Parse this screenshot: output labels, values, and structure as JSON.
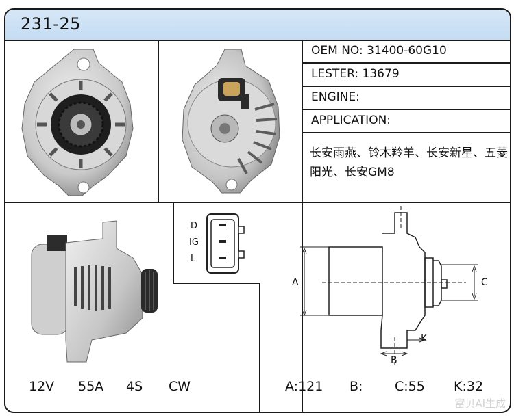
{
  "header": {
    "model": "231-25"
  },
  "specs": {
    "oem": "OEM NO: 31400-60G10",
    "lester": "LESTER: 13679",
    "engine": "ENGINE:",
    "application_label": "APPLICATION:",
    "application_value": "长安雨燕、铃木羚羊、长安新星、五菱阳光、长安GM8"
  },
  "plug": {
    "pins": [
      "D",
      "IG",
      "L"
    ]
  },
  "ratings": {
    "voltage": "12V",
    "current": "55A",
    "groove": "4S",
    "rotation": "CW"
  },
  "dimension_marks": {
    "a": "A",
    "b": "B",
    "c": "C",
    "k": "K"
  },
  "dimensions": {
    "a": "A:121",
    "b": "B:",
    "c": "C:55",
    "k": "K:32"
  },
  "watermark": "富贝AI生成"
}
